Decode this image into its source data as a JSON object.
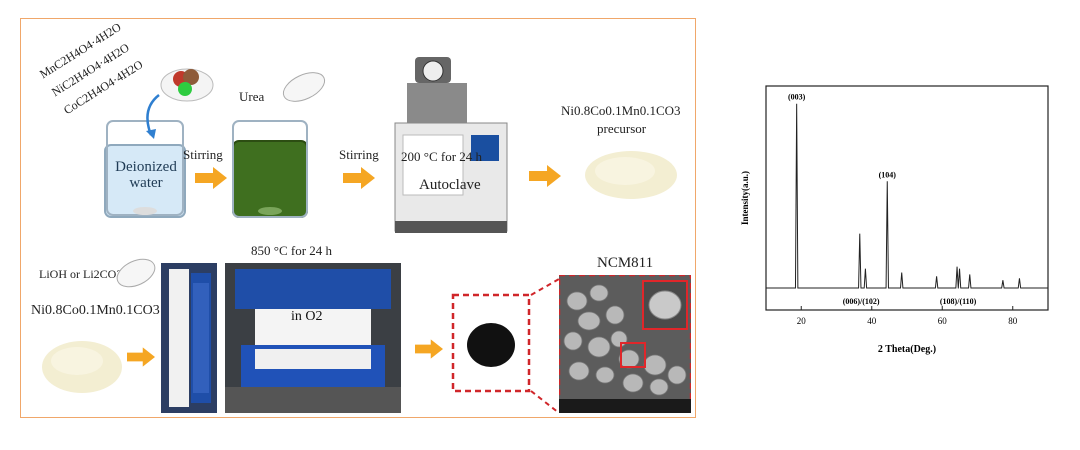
{
  "scheme": {
    "reagents": [
      "MnC2H4O4·4H2O",
      "NiC2H4O4·4H2O",
      "CoC2H4O4·4H2O"
    ],
    "deionized_water": "Deionized water",
    "stirring_1": "Stirring",
    "urea": "Urea",
    "stirring_2": "Stirring",
    "autoclave_temp": "200 °C for 24 h",
    "autoclave": "Autoclave",
    "precursor_formula": "Ni0.8Co0.1Mn0.1CO3",
    "precursor_word": "precursor",
    "lithium_source": "LiOH or Li2CO3",
    "precursor_formula_2": "Ni0.8Co0.1Mn0.1CO3",
    "calcination": "850 °C for 24 h",
    "atmosphere": "in O2",
    "product": "NCM811"
  },
  "chart_data": {
    "type": "line",
    "xlabel": "2 Theta(Deg.)",
    "ylabel": "Intensity(a.u.)",
    "xlim": [
      10,
      90
    ],
    "xticks": [
      20,
      40,
      60,
      80
    ],
    "peaks": [
      {
        "x": 18.7,
        "height": 0.95
      },
      {
        "x": 36.6,
        "height": 0.28
      },
      {
        "x": 38.2,
        "height": 0.1
      },
      {
        "x": 44.4,
        "height": 0.55
      },
      {
        "x": 48.5,
        "height": 0.08
      },
      {
        "x": 58.4,
        "height": 0.06
      },
      {
        "x": 64.2,
        "height": 0.11
      },
      {
        "x": 64.9,
        "height": 0.1
      },
      {
        "x": 67.8,
        "height": 0.07
      },
      {
        "x": 77.2,
        "height": 0.04
      },
      {
        "x": 81.9,
        "height": 0.05
      }
    ],
    "annotations": [
      {
        "text": "(003)",
        "x": 18.7
      },
      {
        "text": "(104)",
        "x": 44.4
      },
      {
        "text": "(006)/(102)",
        "x": 37.0
      },
      {
        "text": "(108)/(110)",
        "x": 64.5
      }
    ]
  }
}
